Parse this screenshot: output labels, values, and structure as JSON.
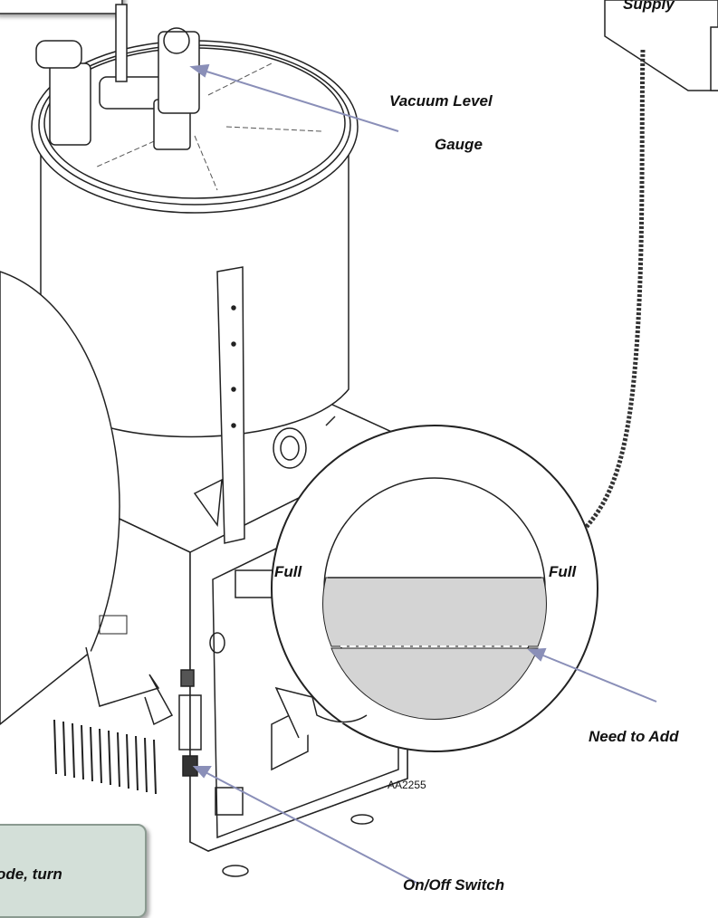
{
  "labels": {
    "supply": "Supply",
    "vacuum_level": "Vacuum Level",
    "gauge": "Gauge",
    "full_left": "Full",
    "full_right": "Full",
    "need_to_add": "Need to Add",
    "figure_code": "AA2255",
    "on_off_switch": "On/Off Switch",
    "callout_text": "ode, turn"
  },
  "colors": {
    "leader_line": "#8a8fb8",
    "gauge_fill": "#d4d4d4",
    "callout_bg": "#d3dfd8"
  }
}
